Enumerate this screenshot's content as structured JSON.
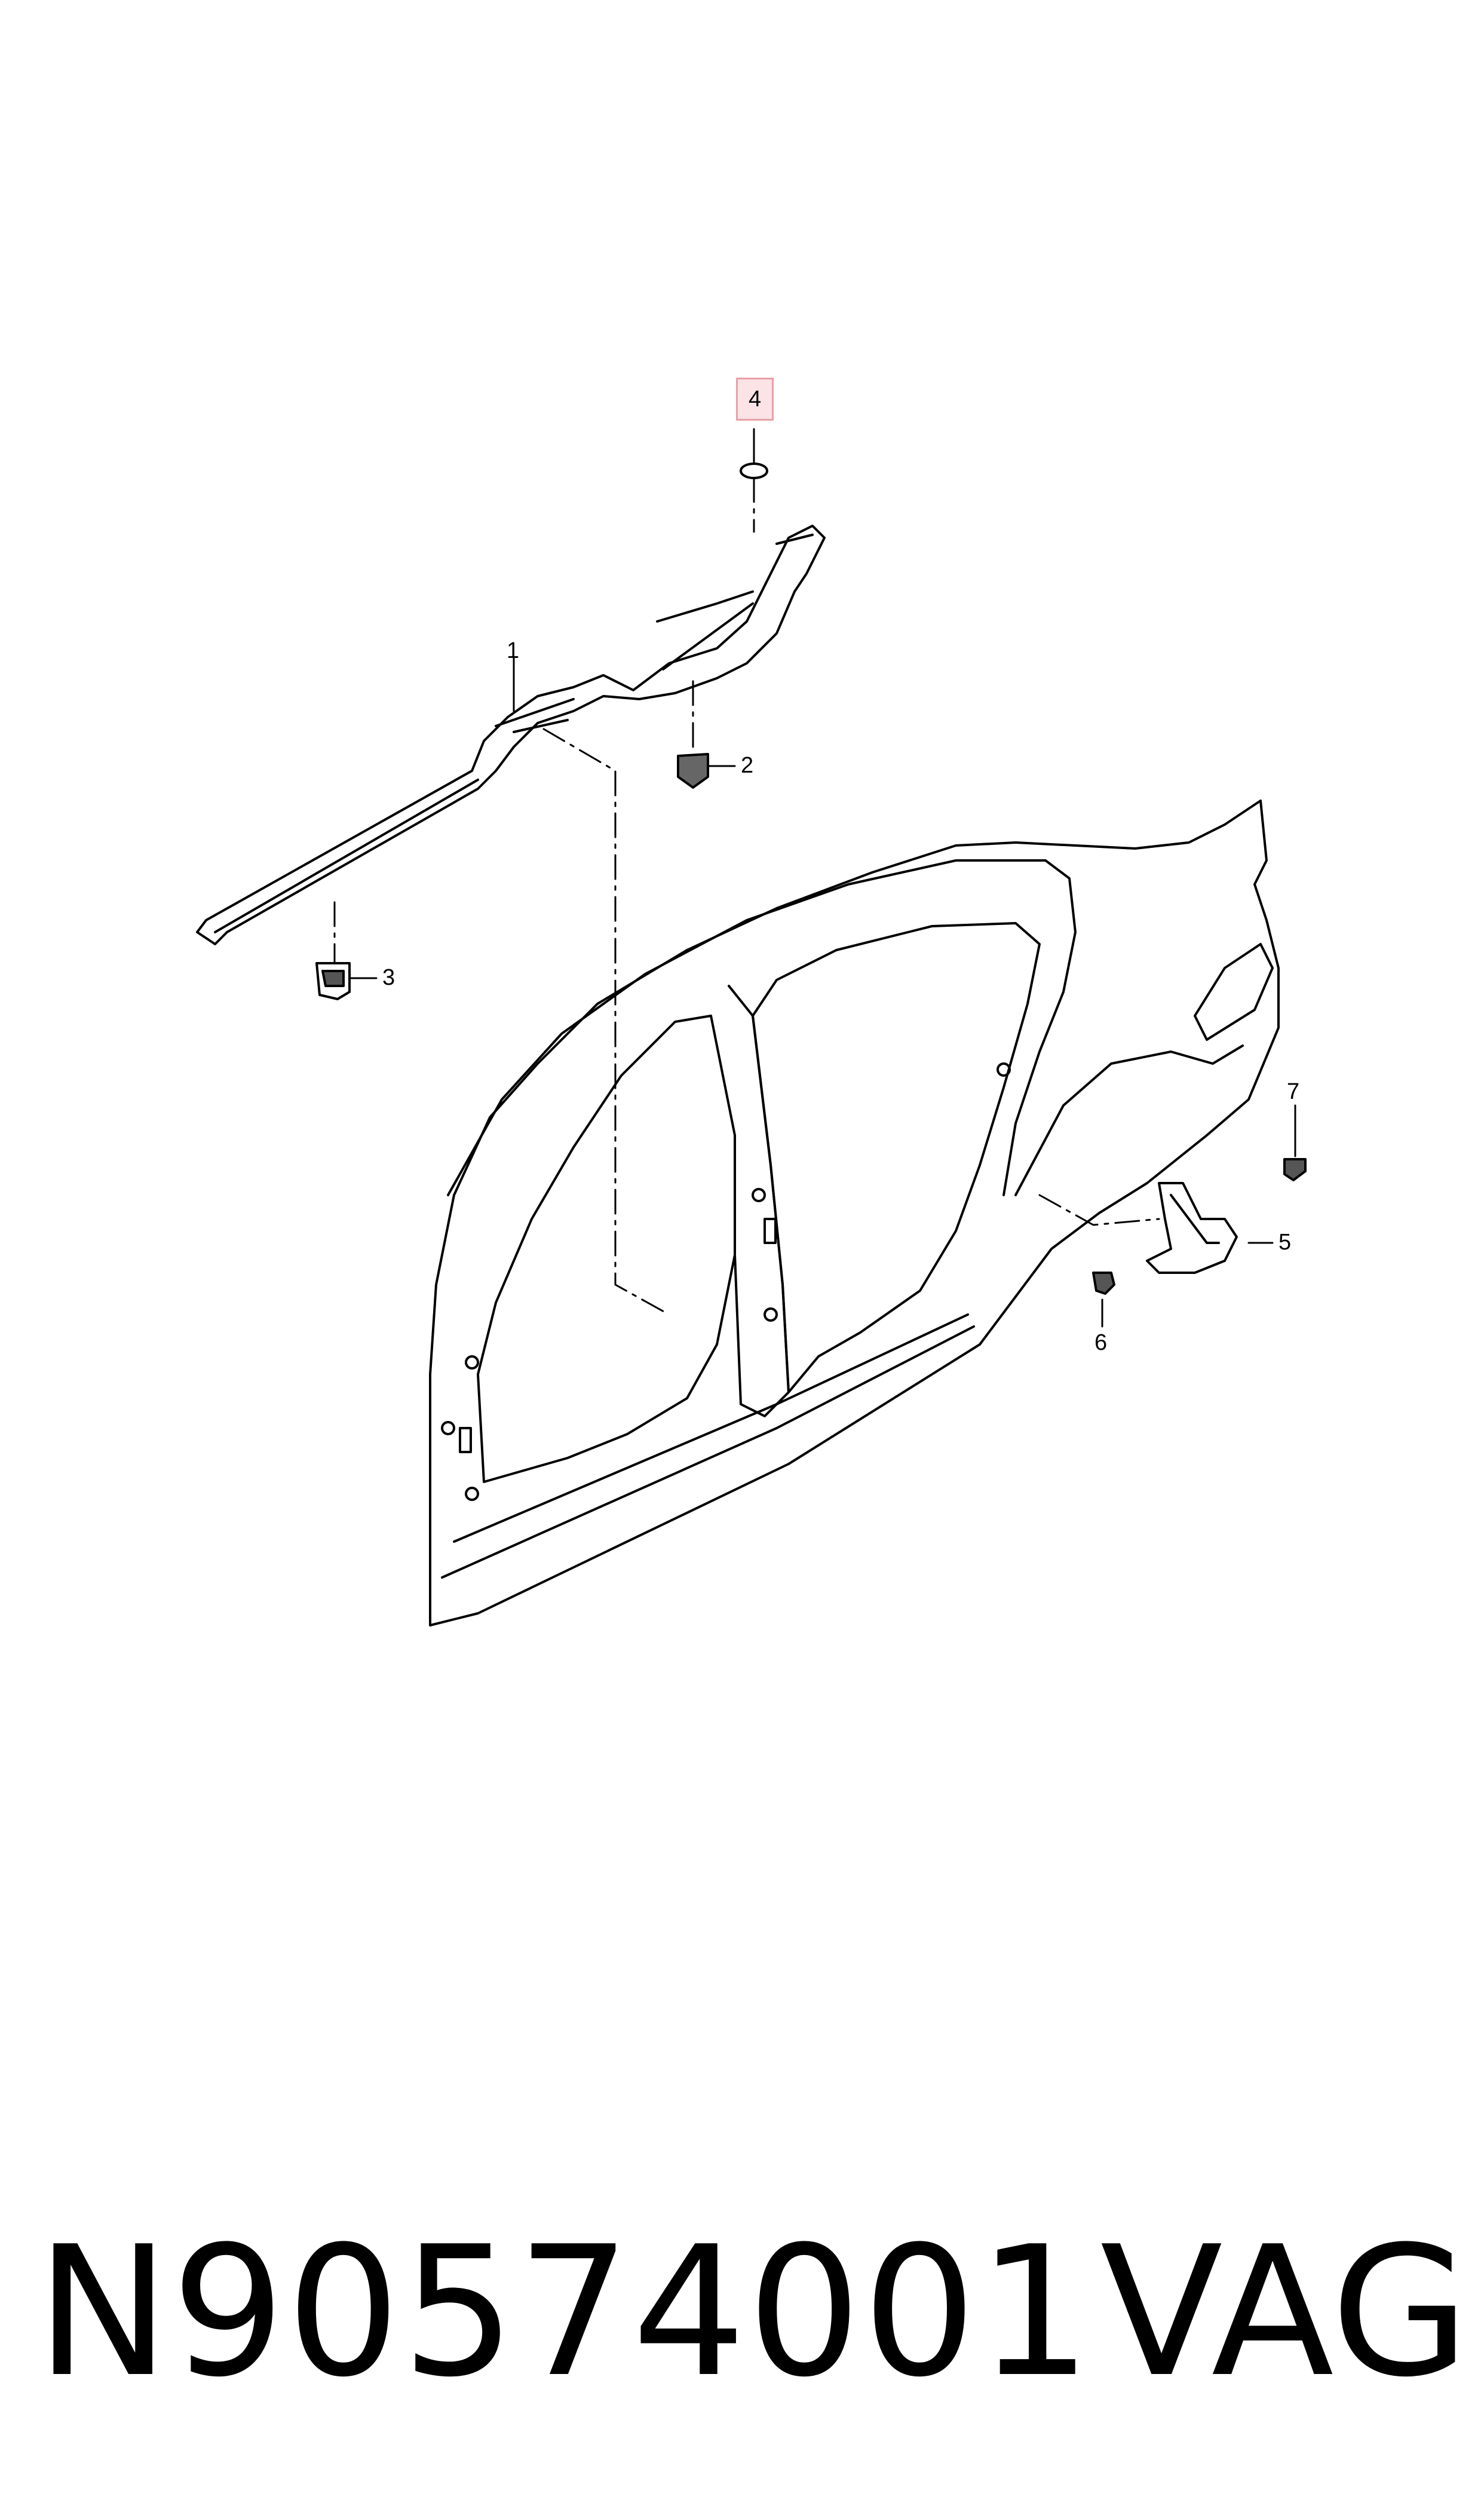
{
  "callouts": [
    {
      "id": "1",
      "text": "1"
    },
    {
      "id": "2",
      "text": "2"
    },
    {
      "id": "3",
      "text": "3"
    },
    {
      "id": "4",
      "text": "4",
      "highlighted": true
    },
    {
      "id": "5",
      "text": "5"
    },
    {
      "id": "6",
      "text": "6"
    },
    {
      "id": "7",
      "text": "7"
    }
  ],
  "footer": {
    "part_number": "N90574001",
    "brand": "VAG"
  },
  "colors": {
    "line": "#000000",
    "highlight_border": "#e8a0a8",
    "highlight_fill": "#fbe3e6"
  }
}
